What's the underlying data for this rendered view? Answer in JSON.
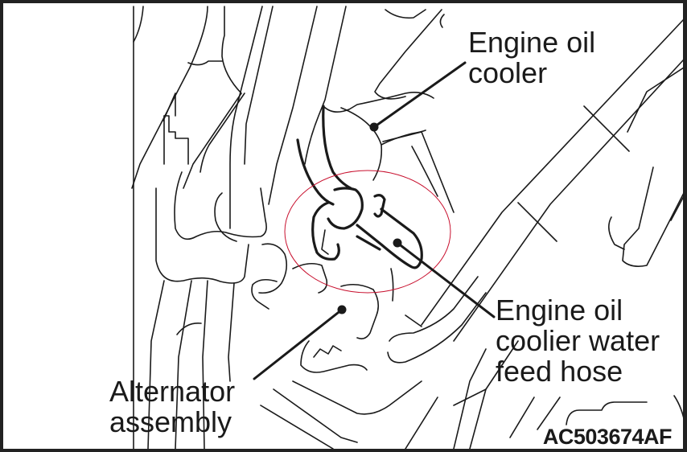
{
  "figure": {
    "type": "service-manual-illustration",
    "figure_id": "AC503674AF",
    "highlight_color": "#c8102e",
    "line_color": "#1a1a1a",
    "background_color": "#ffffff"
  },
  "callouts": [
    {
      "id": "engine-oil-cooler",
      "text": "Engine oil\ncooler"
    },
    {
      "id": "engine-oil-cooler-water-feed-hose",
      "text": "Engine oil\ncoolier water\nfeed hose"
    },
    {
      "id": "alternator-assembly",
      "text": "Alternator\nassembly"
    }
  ],
  "highlight": {
    "label": "clamp area highlight",
    "shape": "circle"
  }
}
